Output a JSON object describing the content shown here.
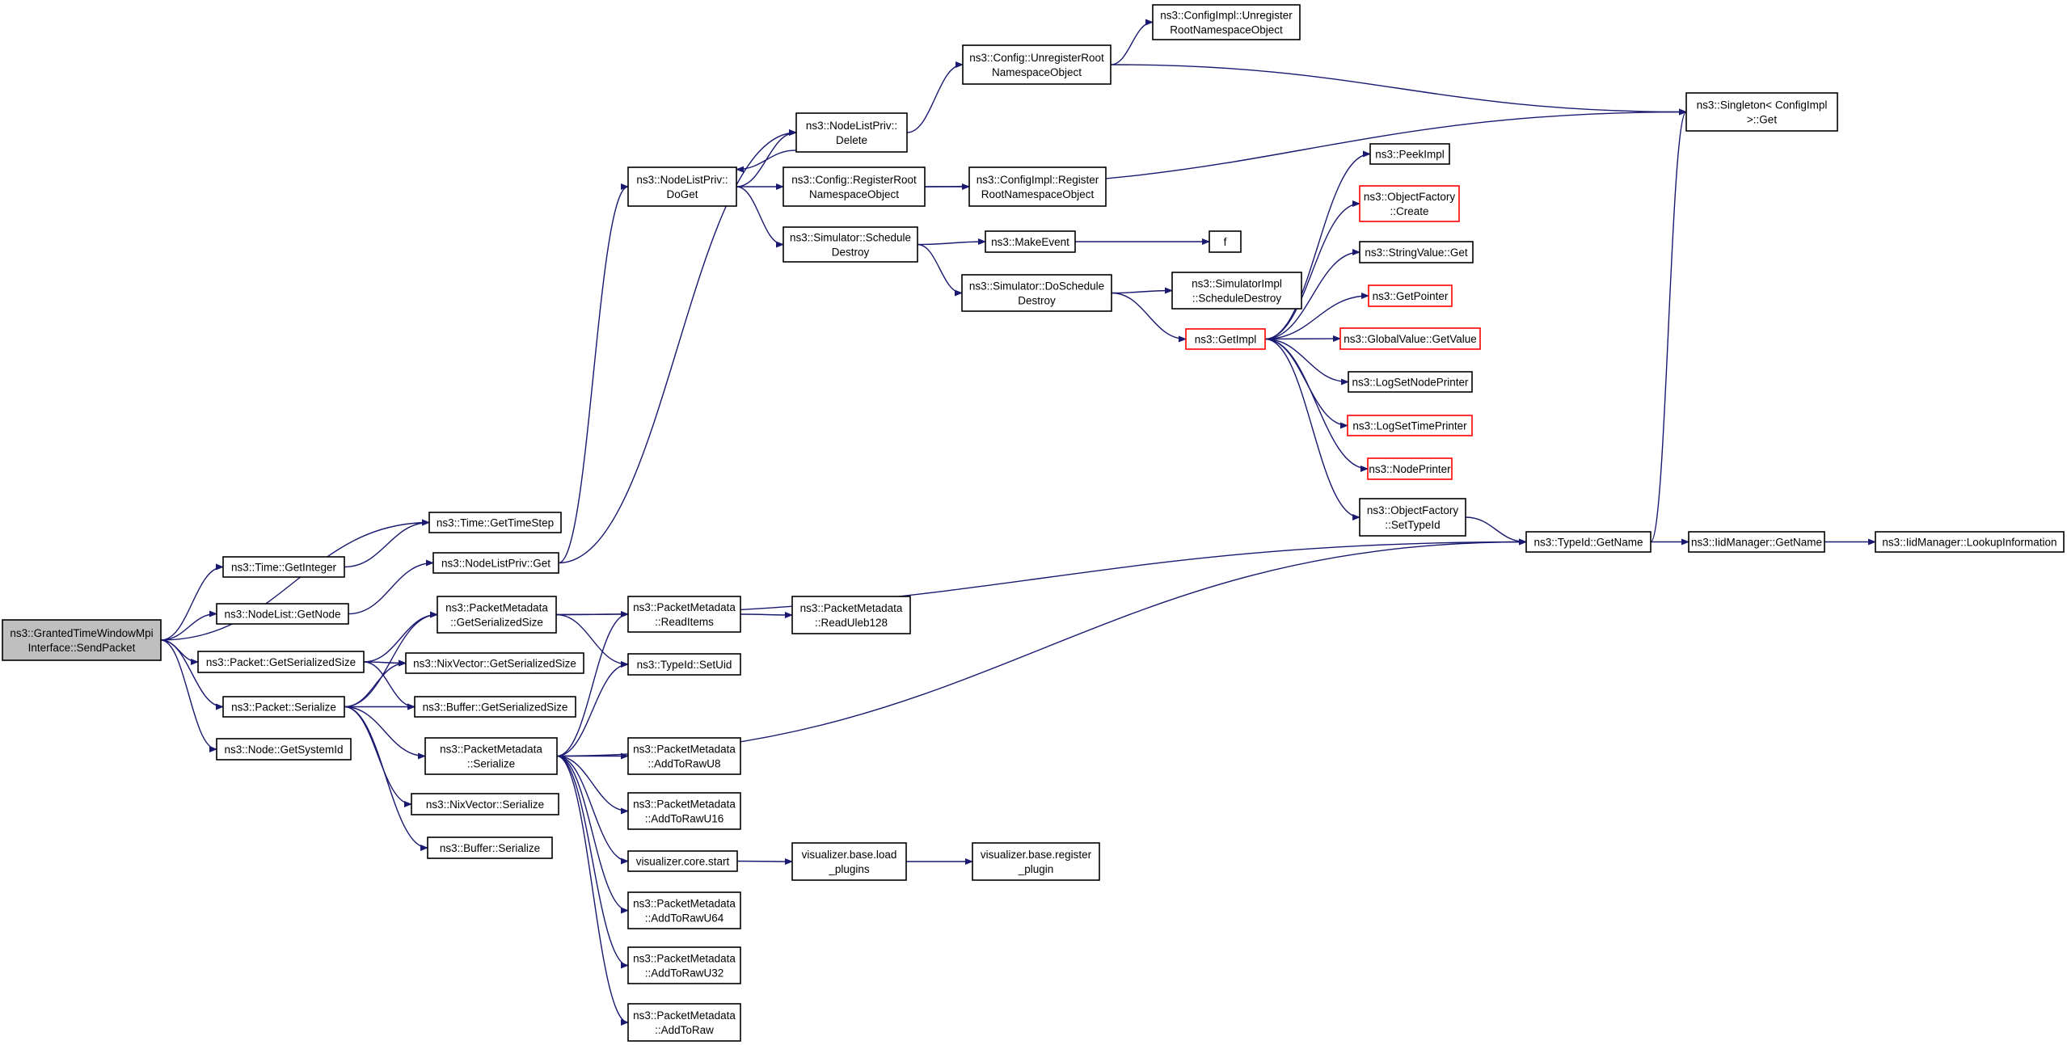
{
  "colors": {
    "edge": "#191970",
    "border_normal": "#000000",
    "border_truncated": "#ff0000",
    "root_fill": "#bfbfbf",
    "node_fill": "#ffffff"
  },
  "nodes": [
    {
      "id": "root",
      "lines": [
        "ns3::GrantedTimeWindowMpi",
        "Interface::SendPacket"
      ],
      "kind": "root"
    },
    {
      "id": "time_gettimestep",
      "lines": [
        "ns3::Time::GetTimeStep"
      ],
      "kind": "normal"
    },
    {
      "id": "time_getinteger",
      "lines": [
        "ns3::Time::GetInteger"
      ],
      "kind": "normal"
    },
    {
      "id": "nodelistpriv_get",
      "lines": [
        "ns3::NodeListPriv::Get"
      ],
      "kind": "normal"
    },
    {
      "id": "nodelist_getnode",
      "lines": [
        "ns3::NodeList::GetNode"
      ],
      "kind": "normal"
    },
    {
      "id": "nodelistpriv_doget",
      "lines": [
        "ns3::NodeListPriv::",
        "DoGet"
      ],
      "kind": "normal"
    },
    {
      "id": "nodelistpriv_delete",
      "lines": [
        "ns3::NodeListPriv::",
        "Delete"
      ],
      "kind": "normal"
    },
    {
      "id": "config_unregister",
      "lines": [
        "ns3::Config::UnregisterRoot",
        "NamespaceObject"
      ],
      "kind": "normal"
    },
    {
      "id": "configimpl_unregister",
      "lines": [
        "ns3::ConfigImpl::Unregister",
        "RootNamespaceObject"
      ],
      "kind": "normal"
    },
    {
      "id": "singleton_get",
      "lines": [
        "ns3::Singleton< ConfigImpl",
        " >::Get"
      ],
      "kind": "normal"
    },
    {
      "id": "config_register",
      "lines": [
        "ns3::Config::RegisterRoot",
        "NamespaceObject"
      ],
      "kind": "normal"
    },
    {
      "id": "configimpl_register",
      "lines": [
        "ns3::ConfigImpl::Register",
        "RootNamespaceObject"
      ],
      "kind": "normal"
    },
    {
      "id": "sim_scheduledestroy",
      "lines": [
        "ns3::Simulator::Schedule",
        "Destroy"
      ],
      "kind": "normal"
    },
    {
      "id": "makeevent",
      "lines": [
        "ns3::MakeEvent"
      ],
      "kind": "normal"
    },
    {
      "id": "f",
      "lines": [
        "f"
      ],
      "kind": "normal"
    },
    {
      "id": "sim_doscheduledestroy",
      "lines": [
        "ns3::Simulator::DoSchedule",
        "Destroy"
      ],
      "kind": "normal"
    },
    {
      "id": "simimpl_scheduledestroy",
      "lines": [
        "ns3::SimulatorImpl",
        "::ScheduleDestroy"
      ],
      "kind": "normal"
    },
    {
      "id": "getimpl",
      "lines": [
        "ns3::GetImpl"
      ],
      "kind": "truncated"
    },
    {
      "id": "peekimpl",
      "lines": [
        "ns3::PeekImpl"
      ],
      "kind": "normal"
    },
    {
      "id": "objectfactory_create",
      "lines": [
        "ns3::ObjectFactory",
        "::Create"
      ],
      "kind": "truncated"
    },
    {
      "id": "stringvalue_get",
      "lines": [
        "ns3::StringValue::Get"
      ],
      "kind": "normal"
    },
    {
      "id": "getpointer",
      "lines": [
        "ns3::GetPointer"
      ],
      "kind": "truncated"
    },
    {
      "id": "globalvalue_getvalue",
      "lines": [
        "ns3::GlobalValue::GetValue"
      ],
      "kind": "truncated"
    },
    {
      "id": "logsetnodeprinter",
      "lines": [
        "ns3::LogSetNodePrinter"
      ],
      "kind": "normal"
    },
    {
      "id": "logsettimeprinter",
      "lines": [
        "ns3::LogSetTimePrinter"
      ],
      "kind": "truncated"
    },
    {
      "id": "nodeprinter",
      "lines": [
        "ns3::NodePrinter"
      ],
      "kind": "truncated"
    },
    {
      "id": "objectfactory_settypeid",
      "lines": [
        "ns3::ObjectFactory",
        "::SetTypeId"
      ],
      "kind": "normal"
    },
    {
      "id": "typeid_getname",
      "lines": [
        "ns3::TypeId::GetName"
      ],
      "kind": "normal"
    },
    {
      "id": "iidmanager_getname",
      "lines": [
        "ns3::IidManager::GetName"
      ],
      "kind": "normal"
    },
    {
      "id": "iidmanager_lookup",
      "lines": [
        "ns3::IidManager::LookupInformation"
      ],
      "kind": "normal"
    },
    {
      "id": "packet_getserializedsize",
      "lines": [
        "ns3::Packet::GetSerializedSize"
      ],
      "kind": "normal"
    },
    {
      "id": "pm_getserializedsize",
      "lines": [
        "ns3::PacketMetadata",
        "::GetSerializedSize"
      ],
      "kind": "normal"
    },
    {
      "id": "pm_readitems",
      "lines": [
        "ns3::PacketMetadata",
        "::ReadItems"
      ],
      "kind": "normal"
    },
    {
      "id": "pm_readuleb128",
      "lines": [
        "ns3::PacketMetadata",
        "::ReadUleb128"
      ],
      "kind": "normal"
    },
    {
      "id": "typeid_setuid",
      "lines": [
        "ns3::TypeId::SetUid"
      ],
      "kind": "normal"
    },
    {
      "id": "nixvector_getserializedsize",
      "lines": [
        "ns3::NixVector::GetSerializedSize"
      ],
      "kind": "normal"
    },
    {
      "id": "buffer_getserializedsize",
      "lines": [
        "ns3::Buffer::GetSerializedSize"
      ],
      "kind": "normal"
    },
    {
      "id": "packet_serialize",
      "lines": [
        "ns3::Packet::Serialize"
      ],
      "kind": "normal"
    },
    {
      "id": "pm_serialize",
      "lines": [
        "ns3::PacketMetadata",
        "::Serialize"
      ],
      "kind": "normal"
    },
    {
      "id": "pm_addtorawu8",
      "lines": [
        "ns3::PacketMetadata",
        "::AddToRawU8"
      ],
      "kind": "normal"
    },
    {
      "id": "pm_addtorawu16",
      "lines": [
        "ns3::PacketMetadata",
        "::AddToRawU16"
      ],
      "kind": "normal"
    },
    {
      "id": "visualizer_core_start",
      "lines": [
        "visualizer.core.start"
      ],
      "kind": "normal"
    },
    {
      "id": "visualizer_load_plugins",
      "lines": [
        "visualizer.base.load",
        "_plugins"
      ],
      "kind": "normal"
    },
    {
      "id": "visualizer_register_plugin",
      "lines": [
        "visualizer.base.register",
        "_plugin"
      ],
      "kind": "normal"
    },
    {
      "id": "pm_addtorawu64",
      "lines": [
        "ns3::PacketMetadata",
        "::AddToRawU64"
      ],
      "kind": "normal"
    },
    {
      "id": "pm_addtorawu32",
      "lines": [
        "ns3::PacketMetadata",
        "::AddToRawU32"
      ],
      "kind": "normal"
    },
    {
      "id": "pm_addtoraw",
      "lines": [
        "ns3::PacketMetadata",
        "::AddToRaw"
      ],
      "kind": "normal"
    },
    {
      "id": "node_getsystemid",
      "lines": [
        "ns3::Node::GetSystemId"
      ],
      "kind": "normal"
    },
    {
      "id": "nixvector_serialize",
      "lines": [
        "ns3::NixVector::Serialize"
      ],
      "kind": "normal"
    },
    {
      "id": "buffer_serialize",
      "lines": [
        "ns3::Buffer::Serialize"
      ],
      "kind": "normal"
    }
  ],
  "edges": [
    [
      "root",
      "time_gettimestep"
    ],
    [
      "root",
      "time_getinteger"
    ],
    [
      "root",
      "nodelist_getnode"
    ],
    [
      "root",
      "packet_getserializedsize"
    ],
    [
      "root",
      "packet_serialize"
    ],
    [
      "root",
      "node_getsystemid"
    ],
    [
      "time_getinteger",
      "time_gettimestep"
    ],
    [
      "nodelist_getnode",
      "nodelistpriv_get"
    ],
    [
      "nodelistpriv_get",
      "nodelistpriv_delete"
    ],
    [
      "nodelistpriv_get",
      "nodelistpriv_doget"
    ],
    [
      "nodelistpriv_doget",
      "nodelistpriv_delete"
    ],
    [
      "nodelistpriv_delete",
      "nodelistpriv_doget"
    ],
    [
      "nodelistpriv_delete",
      "config_unregister"
    ],
    [
      "config_unregister",
      "configimpl_unregister"
    ],
    [
      "config_unregister",
      "singleton_get"
    ],
    [
      "nodelistpriv_doget",
      "config_register"
    ],
    [
      "config_register",
      "configimpl_register"
    ],
    [
      "config_register",
      "singleton_get"
    ],
    [
      "nodelistpriv_doget",
      "sim_scheduledestroy"
    ],
    [
      "sim_scheduledestroy",
      "makeevent"
    ],
    [
      "makeevent",
      "f"
    ],
    [
      "sim_scheduledestroy",
      "sim_doscheduledestroy"
    ],
    [
      "sim_doscheduledestroy",
      "simimpl_scheduledestroy"
    ],
    [
      "sim_doscheduledestroy",
      "getimpl"
    ],
    [
      "getimpl",
      "peekimpl"
    ],
    [
      "getimpl",
      "objectfactory_create"
    ],
    [
      "getimpl",
      "stringvalue_get"
    ],
    [
      "getimpl",
      "getpointer"
    ],
    [
      "getimpl",
      "globalvalue_getvalue"
    ],
    [
      "getimpl",
      "logsetnodeprinter"
    ],
    [
      "getimpl",
      "logsettimeprinter"
    ],
    [
      "getimpl",
      "nodeprinter"
    ],
    [
      "getimpl",
      "objectfactory_settypeid"
    ],
    [
      "objectfactory_settypeid",
      "typeid_getname"
    ],
    [
      "typeid_getname",
      "singleton_get"
    ],
    [
      "typeid_getname",
      "iidmanager_getname"
    ],
    [
      "iidmanager_getname",
      "iidmanager_lookup"
    ],
    [
      "packet_getserializedsize",
      "pm_getserializedsize"
    ],
    [
      "packet_getserializedsize",
      "nixvector_getserializedsize"
    ],
    [
      "packet_getserializedsize",
      "buffer_getserializedsize"
    ],
    [
      "pm_getserializedsize",
      "typeid_getname"
    ],
    [
      "pm_getserializedsize",
      "pm_readitems"
    ],
    [
      "pm_getserializedsize",
      "typeid_setuid"
    ],
    [
      "pm_readitems",
      "pm_readuleb128"
    ],
    [
      "packet_serialize",
      "pm_getserializedsize"
    ],
    [
      "packet_serialize",
      "nixvector_getserializedsize"
    ],
    [
      "packet_serialize",
      "buffer_getserializedsize"
    ],
    [
      "packet_serialize",
      "pm_serialize"
    ],
    [
      "packet_serialize",
      "nixvector_serialize"
    ],
    [
      "packet_serialize",
      "buffer_serialize"
    ],
    [
      "pm_serialize",
      "typeid_getname"
    ],
    [
      "pm_serialize",
      "pm_readitems"
    ],
    [
      "pm_serialize",
      "typeid_setuid"
    ],
    [
      "pm_serialize",
      "pm_addtorawu8"
    ],
    [
      "pm_serialize",
      "pm_addtorawu16"
    ],
    [
      "pm_serialize",
      "visualizer_core_start"
    ],
    [
      "pm_serialize",
      "pm_addtorawu64"
    ],
    [
      "pm_serialize",
      "pm_addtorawu32"
    ],
    [
      "pm_serialize",
      "pm_addtoraw"
    ],
    [
      "visualizer_core_start",
      "visualizer_load_plugins"
    ],
    [
      "visualizer_load_plugins",
      "visualizer_register_plugin"
    ]
  ]
}
